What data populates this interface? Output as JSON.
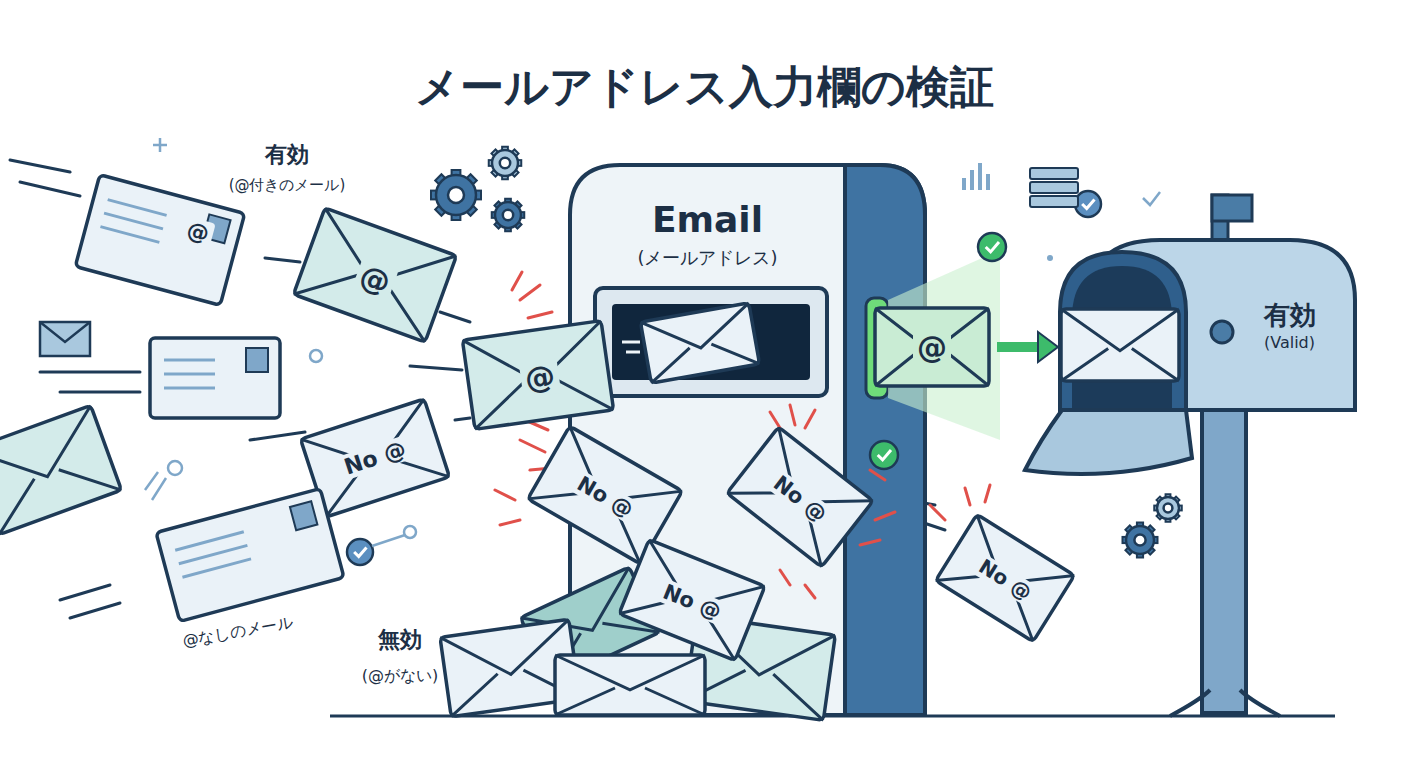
{
  "diagram": {
    "title": "メールアドレス入力欄の検証",
    "nodes": [
      {
        "text": [
          "Email",
          "(メールアドレス)"
        ]
      },
      {
        "text": [
          "@"
        ]
      },
      {
        "text": [
          "有効",
          "(Valid)"
        ]
      }
    ],
    "edges": [
      {
        "from": 1,
        "to": 2,
        "arrow": "to"
      }
    ],
    "labels": [
      "有効",
      "(@付きのメール)",
      "@",
      "@",
      "@",
      "No @",
      "No @",
      "No @",
      "No @",
      "No @",
      "@なしのメール",
      "無効",
      "(@がない)"
    ]
  }
}
